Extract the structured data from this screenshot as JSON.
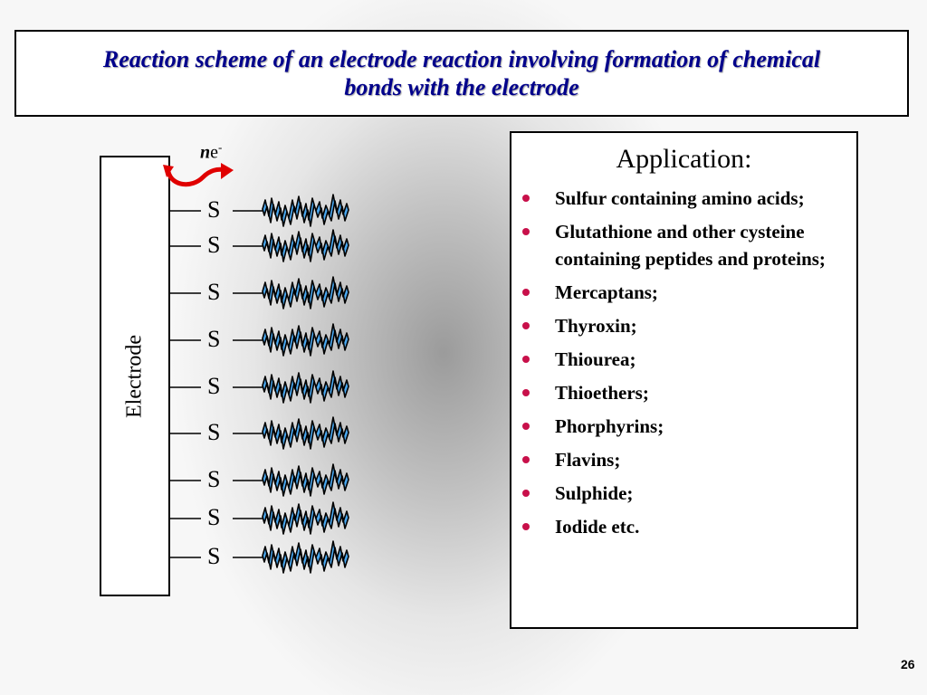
{
  "title": "Reaction scheme of an electrode reaction involving formation of chemical bonds with the electrode",
  "electrode_label": "Electrode",
  "electron": {
    "n": "n",
    "e": "e",
    "charge": "-"
  },
  "bond_atom": "S",
  "bond_count": 9,
  "colors": {
    "title": "#00008b",
    "chain_fill": "#4aa8f0",
    "arrow": "#e00000",
    "bullet": "#c8104a"
  },
  "application": {
    "title": "Application:",
    "items": [
      "Sulfur containing amino acids;",
      "Glutathione and other cysteine containing peptides and proteins;",
      "Mercaptans;",
      "Thyroxin;",
      "Thiourea;",
      "Thioethers;",
      "Phorphyrins;",
      "Flavins;",
      "Sulphide;",
      "Iodide etc."
    ]
  },
  "page_number": "26"
}
